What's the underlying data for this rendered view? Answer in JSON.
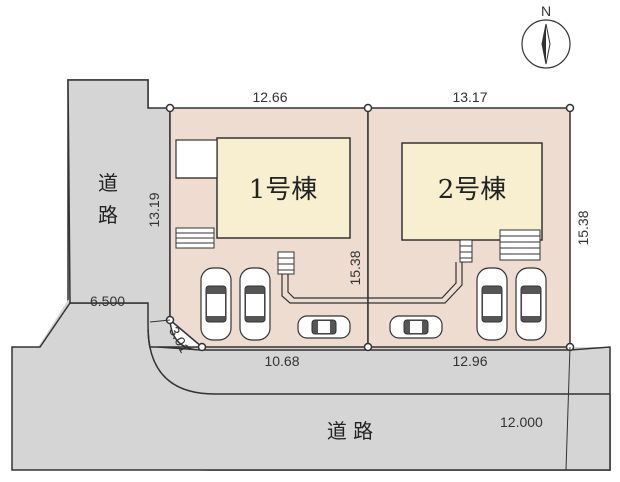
{
  "colors": {
    "road": "#d5d5d5",
    "lot": "#eedcd0",
    "building": "#f7efcf",
    "outline": "#333333",
    "background": "#ffffff"
  },
  "compass": {
    "label": "N"
  },
  "buildings": [
    {
      "label": "1号棟"
    },
    {
      "label": "2号棟"
    }
  ],
  "roads": {
    "west": {
      "char1": "道",
      "char2": "路",
      "width": "6.500"
    },
    "south": {
      "label": "道 路",
      "width": "12.000"
    }
  },
  "dimensions": {
    "lot1_top": "12.66",
    "lot2_top": "13.17",
    "lot1_left": "13.19",
    "lot1_right": "15.38",
    "lot2_right": "15.38",
    "corner_cut": "3.01",
    "lot1_bottom": "10.68",
    "lot2_bottom": "12.96"
  },
  "parking": [
    {
      "orientation": "vertical",
      "lot": 1
    },
    {
      "orientation": "vertical",
      "lot": 1
    },
    {
      "orientation": "horizontal",
      "lot": 1
    },
    {
      "orientation": "horizontal",
      "lot": 2
    },
    {
      "orientation": "vertical",
      "lot": 2
    },
    {
      "orientation": "vertical",
      "lot": 2
    }
  ]
}
